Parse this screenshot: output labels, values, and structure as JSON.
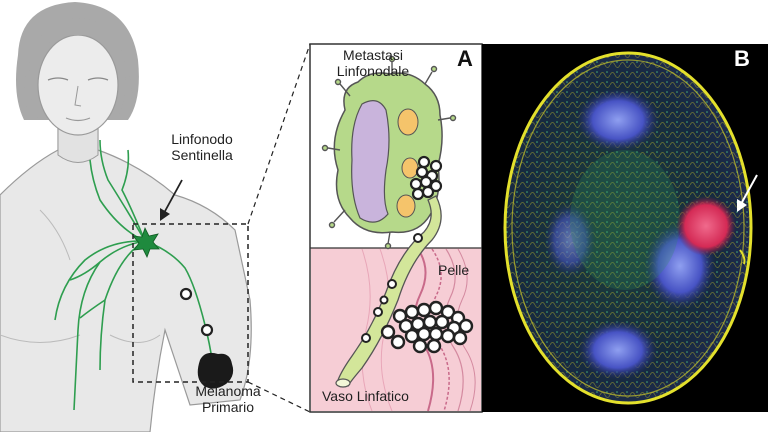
{
  "labels": {
    "sentinel_node": "Linfonodo\nSentinella",
    "primary_melanoma": "Melanoma\nPrimario",
    "node_metastasis": "Metastasi\nLinfonodale",
    "skin": "Pelle",
    "lymph_vessel": "Vaso Linfatico"
  },
  "panels": {
    "a": "A",
    "b": "B"
  },
  "colors": {
    "lymph_green": "#2e9e4f",
    "node_fill": "#b6d98a",
    "germinal_purple": "#c9b4dc",
    "skin_pink": "#f6cdd5",
    "micrograph_yellow": "#e3e02c",
    "micrograph_blue": "#3a46b8",
    "metastasis_red": "#e0305a"
  }
}
